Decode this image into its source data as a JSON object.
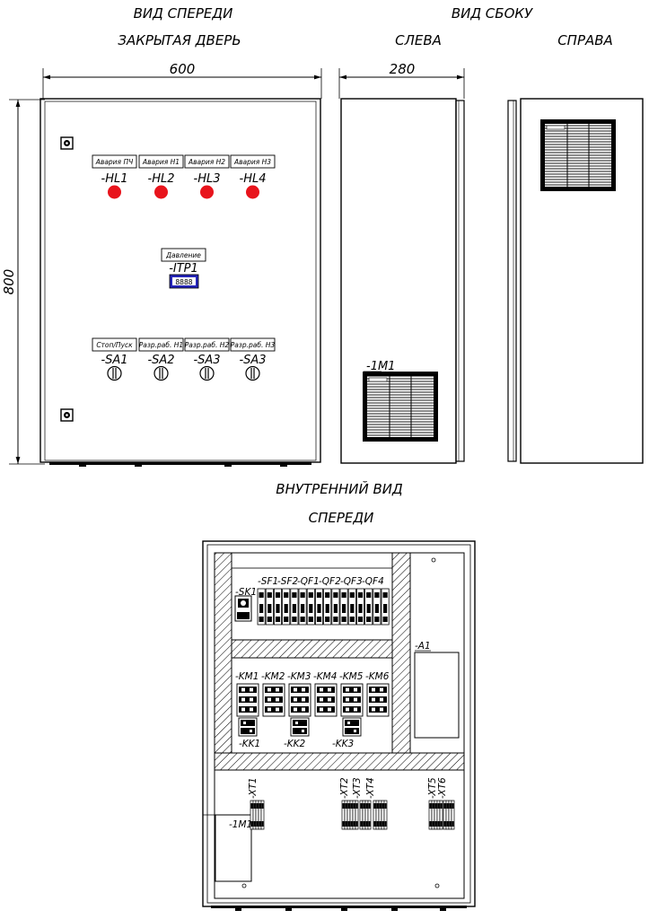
{
  "headings": {
    "front_view": "ВИД СПЕРЕДИ",
    "closed_door": "ЗАКРЫТАЯ ДВЕРЬ",
    "side_view": "ВИД СБОКУ",
    "left": "СЛЕВА",
    "right": "СПРАВА",
    "internal_view": "ВНУТРЕННИЙ ВИД",
    "internal_front": "СПЕРЕДИ"
  },
  "dimensions": {
    "width": "600",
    "depth": "280",
    "height": "800"
  },
  "door": {
    "lamps": [
      {
        "label": "Авария ПЧ",
        "tag": "-HL1"
      },
      {
        "label": "Авария Н1",
        "tag": "-HL2"
      },
      {
        "label": "Авария Н2",
        "tag": "-HL3"
      },
      {
        "label": "Авария Н3",
        "tag": "-HL4"
      }
    ],
    "pressure": {
      "label": "Давление",
      "tag": "-ITP1",
      "display": "8888"
    },
    "switches": [
      {
        "label": "Стоп/Пуск",
        "tag": "-SA1"
      },
      {
        "label": "Разр.раб. Н1",
        "tag": "-SA2"
      },
      {
        "label": "Разр.раб. Н2",
        "tag": "-SA3"
      },
      {
        "label": "Разр.раб. Н3",
        "tag": "-SA3"
      }
    ]
  },
  "side": {
    "fan_tag": "-1M1"
  },
  "internal": {
    "breaker_tags": [
      "-SF1",
      "-SF2",
      "-QF1",
      "-QF2",
      "-QF3",
      "-QF4"
    ],
    "sk_tag": "-SK1",
    "a1_tag": "-A1",
    "contactor_tags": [
      "-KM1",
      "-KM2",
      "-KM3",
      "-KM4",
      "-KM5",
      "-KM6"
    ],
    "relay_tags": [
      "-KK1",
      "-KK2",
      "-KK3"
    ],
    "terminal_tags": [
      "-XT1",
      "-XT2",
      "-XT3",
      "-XT4",
      "-XT5",
      "-XT6"
    ],
    "fan_tag": "-1M1"
  },
  "colors": {
    "lamp": "#e8141c",
    "display_body": "#2424b8"
  }
}
